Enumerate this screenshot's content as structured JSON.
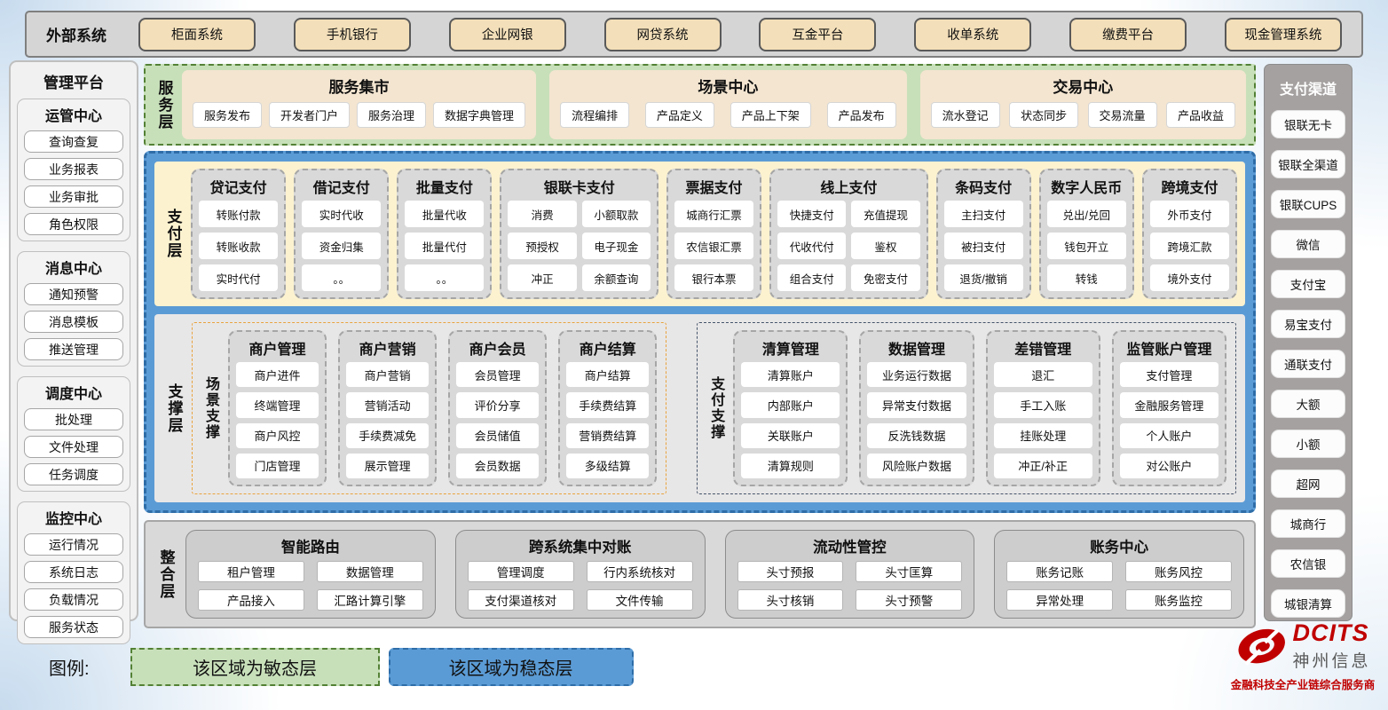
{
  "external": {
    "label": "外部系统",
    "systems": [
      "柜面系统",
      "手机银行",
      "企业网银",
      "网贷系统",
      "互金平台",
      "收单系统",
      "缴费平台",
      "现金管理系统"
    ]
  },
  "management": {
    "title": "管理平台",
    "groups": [
      {
        "title": "运管中心",
        "items": [
          "查询查复",
          "业务报表",
          "业务审批",
          "角色权限"
        ]
      },
      {
        "title": "消息中心",
        "items": [
          "通知预警",
          "消息模板",
          "推送管理"
        ]
      },
      {
        "title": "调度中心",
        "items": [
          "批处理",
          "文件处理",
          "任务调度"
        ]
      },
      {
        "title": "监控中心",
        "items": [
          "运行情况",
          "系统日志",
          "负载情况",
          "服务状态"
        ]
      }
    ]
  },
  "service_layer": {
    "label": "服务层",
    "panels": [
      {
        "title": "服务集市",
        "items": [
          "服务发布",
          "开发者门户",
          "服务治理",
          "数据字典管理"
        ]
      },
      {
        "title": "场景中心",
        "items": [
          "流程编排",
          "产品定义",
          "产品上下架",
          "产品发布"
        ]
      },
      {
        "title": "交易中心",
        "items": [
          "流水登记",
          "状态同步",
          "交易流量",
          "产品收益"
        ]
      }
    ]
  },
  "payment_layer": {
    "label": "支付层",
    "columns": [
      {
        "title": "贷记支付",
        "cols": 1,
        "items": [
          "转账付款",
          "转账收款",
          "实时代付"
        ]
      },
      {
        "title": "借记支付",
        "cols": 1,
        "items": [
          "实时代收",
          "资金归集",
          "。。"
        ]
      },
      {
        "title": "批量支付",
        "cols": 1,
        "items": [
          "批量代收",
          "批量代付",
          "。。"
        ]
      },
      {
        "title": "银联卡支付",
        "cols": 2,
        "items": [
          "消费",
          "小额取款",
          "预授权",
          "电子现金",
          "冲正",
          "余额查询"
        ]
      },
      {
        "title": "票据支付",
        "cols": 1,
        "items": [
          "城商行汇票",
          "农信银汇票",
          "银行本票"
        ]
      },
      {
        "title": "线上支付",
        "cols": 2,
        "items": [
          "快捷支付",
          "充值提现",
          "代收代付",
          "鉴权",
          "组合支付",
          "免密支付"
        ]
      },
      {
        "title": "条码支付",
        "cols": 1,
        "items": [
          "主扫支付",
          "被扫支付",
          "退货/撤销"
        ]
      },
      {
        "title": "数字人民币",
        "cols": 1,
        "items": [
          "兑出/兑回",
          "钱包开立",
          "转钱"
        ]
      },
      {
        "title": "跨境支付",
        "cols": 1,
        "items": [
          "外币支付",
          "跨境汇款",
          "境外支付"
        ]
      }
    ]
  },
  "support_layer": {
    "label": "支撑层",
    "sections": [
      {
        "label": "场景支撑",
        "groups": [
          {
            "title": "商户管理",
            "items": [
              "商户进件",
              "终端管理",
              "商户风控",
              "门店管理"
            ]
          },
          {
            "title": "商户营销",
            "items": [
              "商户营销",
              "营销活动",
              "手续费减免",
              "展示管理"
            ]
          },
          {
            "title": "商户会员",
            "items": [
              "会员管理",
              "评价分享",
              "会员储值",
              "会员数据"
            ]
          },
          {
            "title": "商户结算",
            "items": [
              "商户结算",
              "手续费结算",
              "营销费结算",
              "多级结算"
            ]
          }
        ]
      },
      {
        "label": "支付支撑",
        "groups": [
          {
            "title": "清算管理",
            "items": [
              "清算账户",
              "内部账户",
              "关联账户",
              "清算规则"
            ]
          },
          {
            "title": "数据管理",
            "items": [
              "业务运行数据",
              "异常支付数据",
              "反洗钱数据",
              "风险账户数据"
            ]
          },
          {
            "title": "差错管理",
            "items": [
              "退汇",
              "手工入账",
              "挂账处理",
              "冲正/补正"
            ]
          },
          {
            "title": "监管账户管理",
            "items": [
              "支付管理",
              "金融服务管理",
              "个人账户",
              "对公账户"
            ]
          }
        ]
      }
    ]
  },
  "integration_layer": {
    "label": "整合层",
    "panels": [
      {
        "title": "智能路由",
        "items": [
          "租户管理",
          "数据管理",
          "产品接入",
          "汇路计算引擎"
        ]
      },
      {
        "title": "跨系统集中对账",
        "items": [
          "管理调度",
          "行内系统核对",
          "支付渠道核对",
          "文件传输"
        ]
      },
      {
        "title": "流动性管控",
        "items": [
          "头寸预报",
          "头寸匡算",
          "头寸核销",
          "头寸预警"
        ]
      },
      {
        "title": "账务中心",
        "items": [
          "账务记账",
          "账务风控",
          "异常处理",
          "账务监控"
        ]
      }
    ]
  },
  "channels": {
    "title": "支付渠道",
    "items": [
      "银联无卡",
      "银联全渠道",
      "银联CUPS",
      "微信",
      "支付宝",
      "易宝支付",
      "通联支付",
      "大额",
      "小额",
      "超网",
      "城商行",
      "农信银",
      "城银清算"
    ]
  },
  "legend": {
    "label": "图例:",
    "agile": "该区域为敏态层",
    "stable": "该区域为稳态层"
  },
  "logo": {
    "brand": "DCITS",
    "name": "神州信息",
    "tagline": "金融科技全产业链综合服务商"
  },
  "colors": {
    "agile_green": "#c8e0ba",
    "agile_border": "#538135",
    "stable_blue": "#5b9bd5",
    "stable_border": "#2e6da8",
    "external_tan": "#f3dfb9",
    "scene_accent": "#e8a33d",
    "payment_accent": "#44546a",
    "brand_red": "#c00000"
  }
}
